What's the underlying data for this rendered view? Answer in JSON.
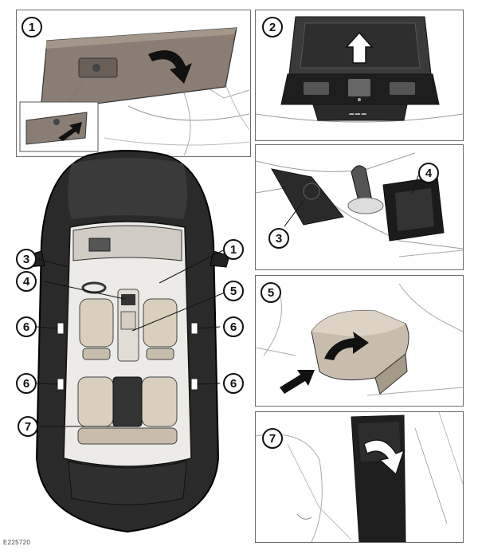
{
  "figure_ref": "E225720",
  "callouts": {
    "p1": "1",
    "p2": "2",
    "p3a": "4",
    "p3b": "3",
    "p4": "5",
    "p5": "7",
    "car_1": "1",
    "car_3": "3",
    "car_4": "4",
    "car_5": "5",
    "car_6a": "6",
    "car_6b": "6",
    "car_6c": "6",
    "car_6d": "6",
    "car_7": "7"
  },
  "colors": {
    "car_body": "#2a2a2a",
    "seat": "#d9cfbd",
    "line": "#222222",
    "arrow": "#111111"
  }
}
